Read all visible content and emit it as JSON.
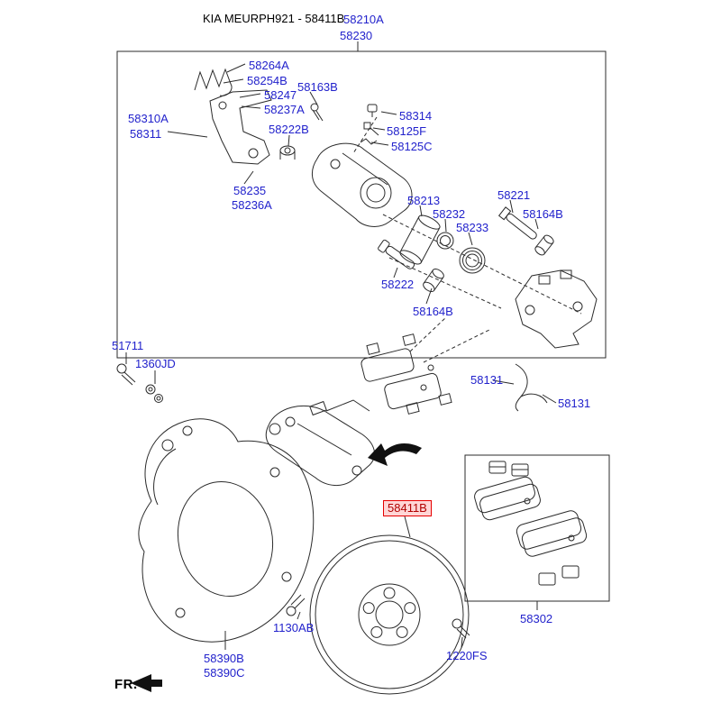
{
  "header": {
    "title": "KIA MEURPH921 - 58411B"
  },
  "fr_label": "FR.",
  "colors": {
    "part_link": "#2222cc",
    "line_art": "#2b2b2b",
    "highlight_border": "#e60000",
    "highlight_fill": "#ffd6d6",
    "highlight_text": "#b00000",
    "background": "#ffffff"
  },
  "labels": [
    {
      "text": "58210A"
    },
    {
      "text": "58230"
    },
    {
      "text": "58264A"
    },
    {
      "text": "58254B"
    },
    {
      "text": "58247"
    },
    {
      "text": "58237A"
    },
    {
      "text": "58163B"
    },
    {
      "text": "58222B"
    },
    {
      "text": "58314"
    },
    {
      "text": "58125F"
    },
    {
      "text": "58125C"
    },
    {
      "text": "58310A"
    },
    {
      "text": "58311"
    },
    {
      "text": "58235"
    },
    {
      "text": "58236A"
    },
    {
      "text": "58213"
    },
    {
      "text": "58232"
    },
    {
      "text": "58233"
    },
    {
      "text": "58221"
    },
    {
      "text": "58164B"
    },
    {
      "text": "58222"
    },
    {
      "text": "58164B"
    },
    {
      "text": "51711"
    },
    {
      "text": "1360JD"
    },
    {
      "text": "58131"
    },
    {
      "text": "58131"
    },
    {
      "text": "58411B",
      "highlighted": true
    },
    {
      "text": "58302"
    },
    {
      "text": "1130AB"
    },
    {
      "text": "1220FS"
    },
    {
      "text": "58390B"
    },
    {
      "text": "58390C"
    }
  ]
}
